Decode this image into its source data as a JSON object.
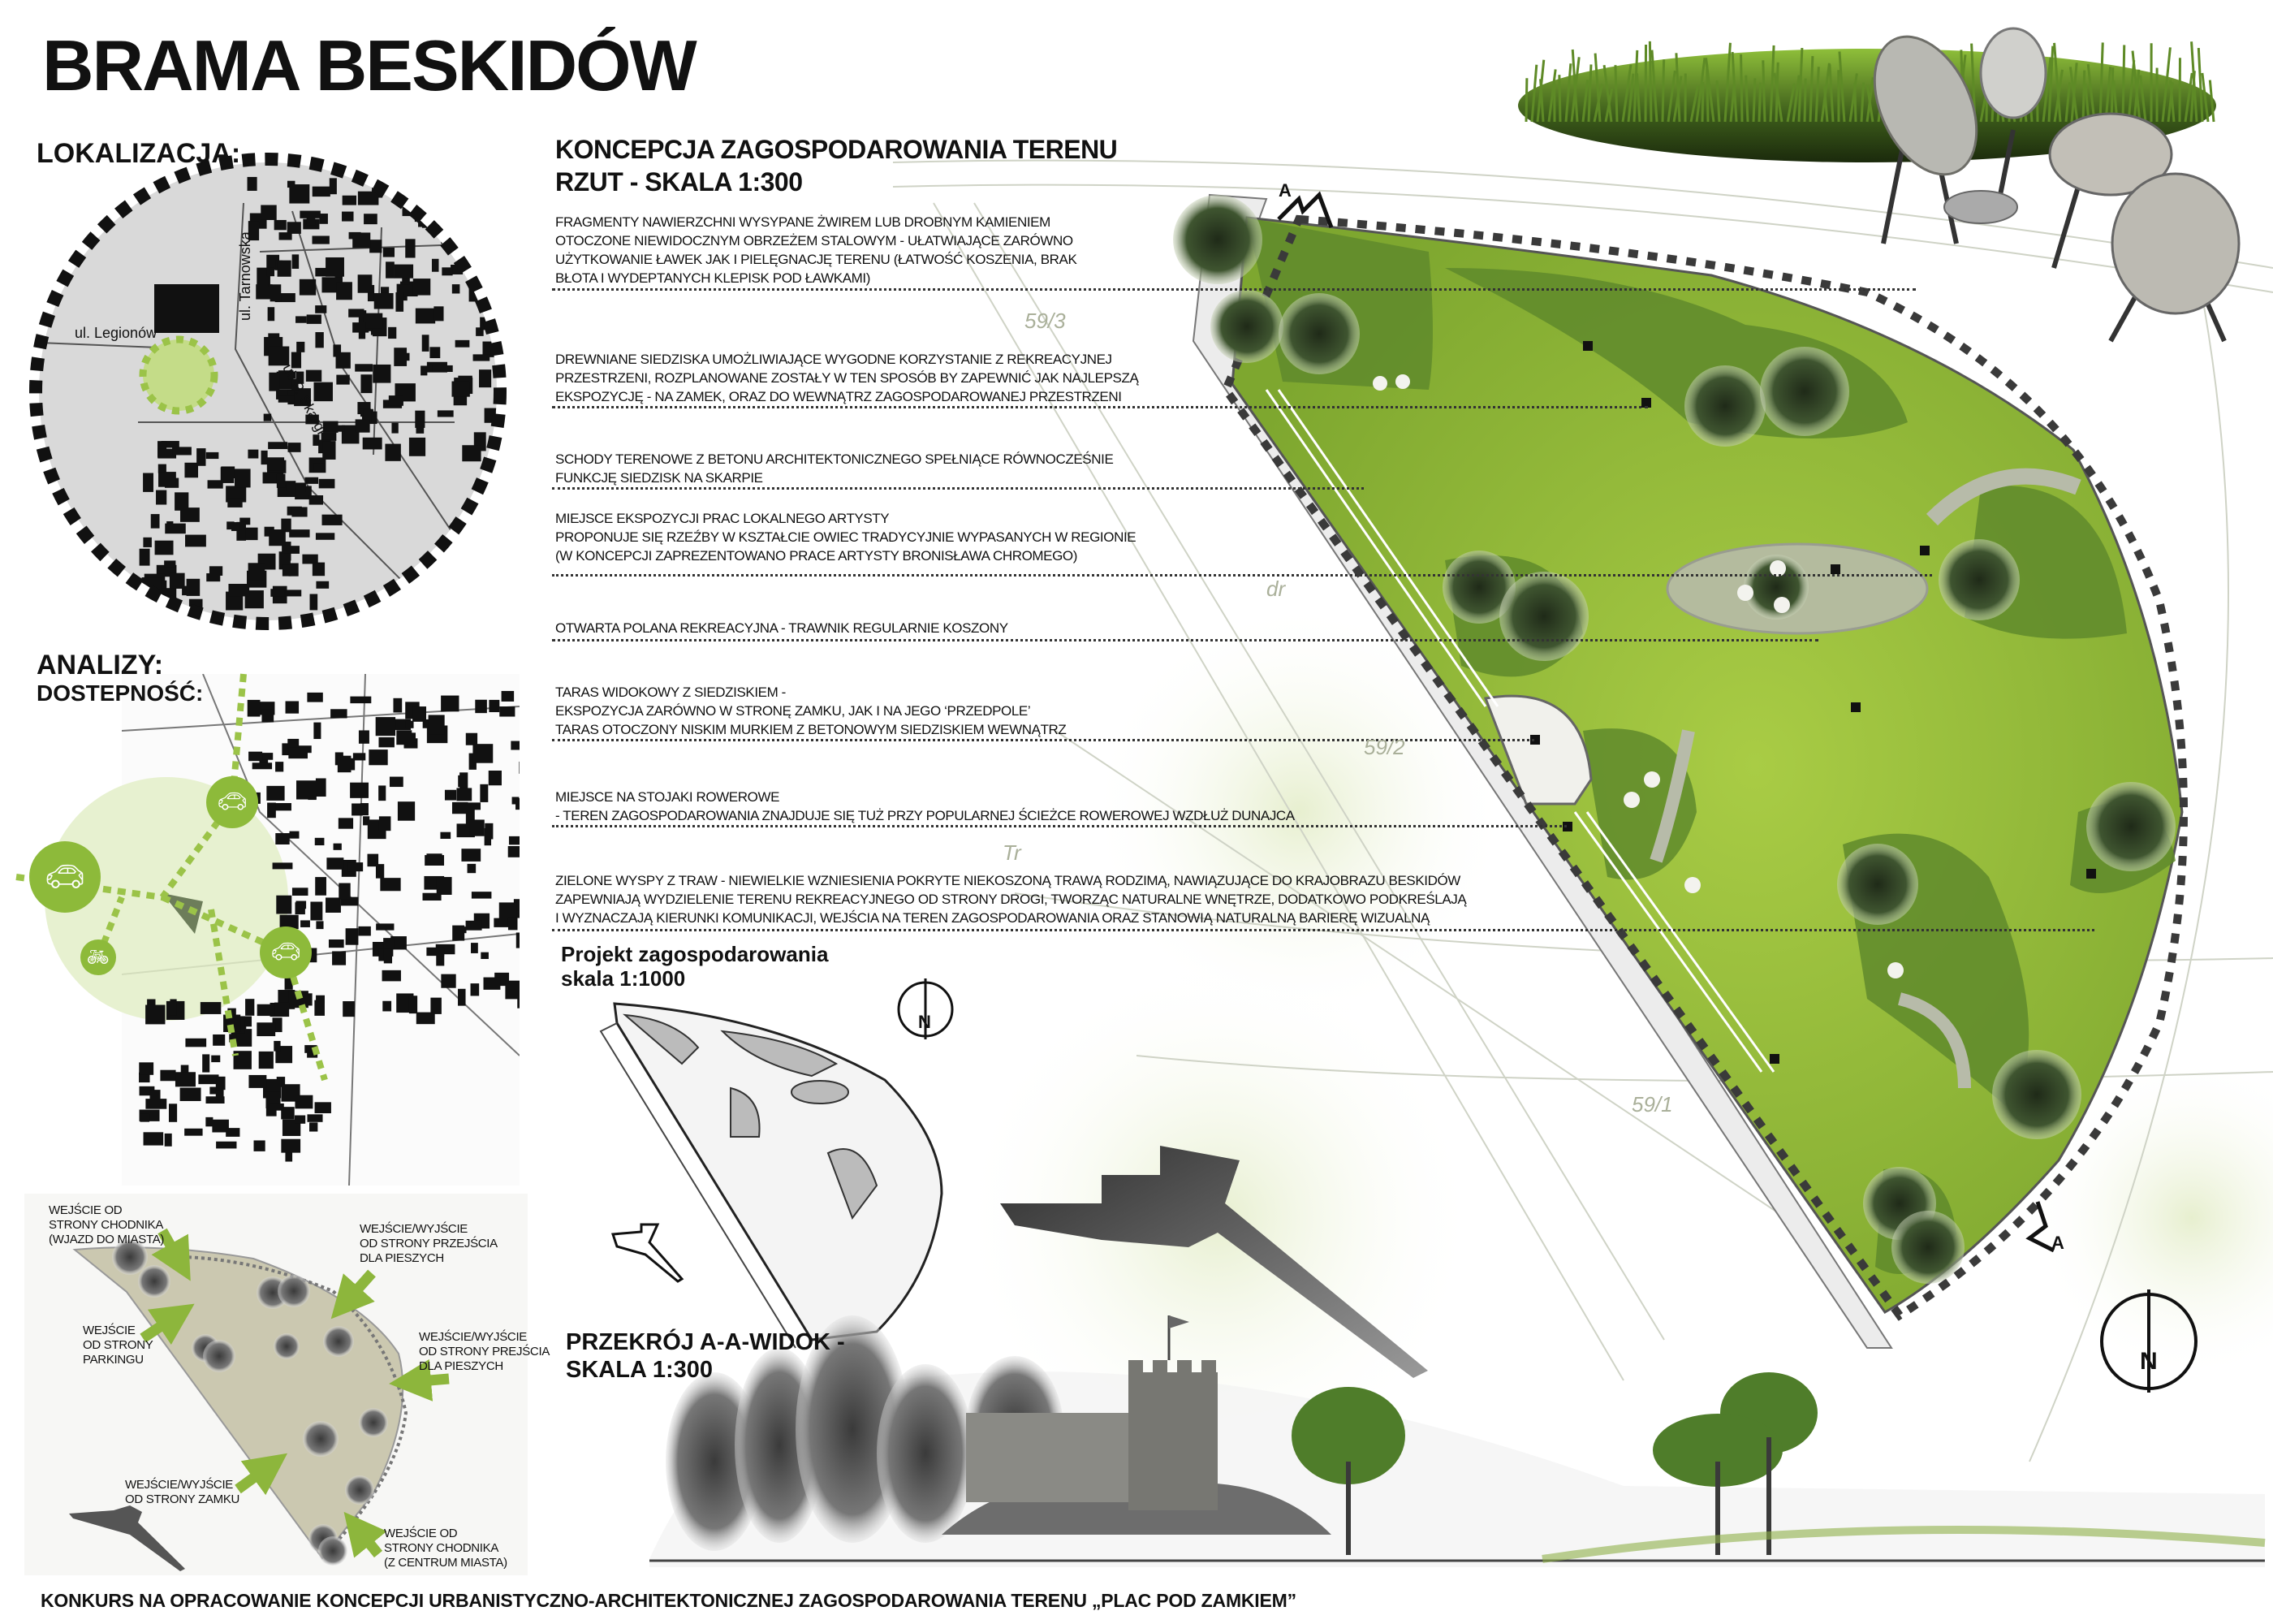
{
  "title": "BRAMA BESKIDÓW",
  "location": {
    "heading": "LOKALIZACJA:",
    "streets": [
      "ul. Legionów",
      "ul. Tarnowska",
      "ul. P. Skargi"
    ]
  },
  "analysis": {
    "heading": "ANALIZY:",
    "subheading": "DOSTEPNOŚĆ:",
    "icons": [
      "car-icon",
      "car-icon",
      "car-icon",
      "bike-icon"
    ]
  },
  "entrances": [
    {
      "lines": [
        "WEJŚCIE OD",
        "STRONY CHODNIKA",
        "(WJAZD DO MIASTA)"
      ]
    },
    {
      "lines": [
        "WEJŚCIE/WYJŚCIE",
        "OD STRONY PRZEJŚCIA",
        "DLA PIESZYCH"
      ]
    },
    {
      "lines": [
        "WEJŚCIE",
        "OD STRONY",
        "PARKINGU"
      ]
    },
    {
      "lines": [
        "WEJŚCIE/WYJŚCIE",
        "OD STRONY PREJŚCIA",
        "DLA PIESZYCH"
      ]
    },
    {
      "lines": [
        "WEJŚCIE/WYJŚCIE",
        "OD STRONY ZAMKU"
      ]
    },
    {
      "lines": [
        "WEJŚCIE OD",
        "STRONY CHODNIKA",
        "(Z CENTRUM MIASTA)"
      ]
    }
  ],
  "concept": {
    "heading_line1": "KONCEPCJA ZAGOSPODAROWANIA TERENU",
    "heading_line2": "RZUT - SKALA 1:300",
    "annotations": [
      {
        "lines": [
          "FRAGMENTY NAWIERZCHNI WYSYPANE ŻWIREM LUB DROBNYM KAMIENIEM",
          "OTOCZONE NIEWIDOCZNYM OBRZEŻEM STALOWYM  - UŁATWIAJĄCE ZARÓWNO",
          "UŻYTKOWANIE ŁAWEK JAK I PIELĘGNACJĘ TERENU (ŁATWOŚĆ KOSZENIA, BRAK",
          "BŁOTA I WYDEPTANYCH KLEPISK POD ŁAWKAMI)"
        ]
      },
      {
        "lines": [
          "DREWNIANE SIEDZISKA UMOŻLIWIAJĄCE WYGODNE KORZYSTANIE Z REKREACYJNEJ",
          "PRZESTRZENI, ROZPLANOWANE ZOSTAŁY W TEN SPOSÓB BY ZAPEWNIĆ JAK NAJLEPSZĄ",
          "EKSPOZYCJĘ - NA ZAMEK, ORAZ DO WEWNĄTRZ ZAGOSPODAROWANEJ PRZESTRZENI"
        ]
      },
      {
        "lines": [
          "SCHODY TERENOWE Z BETONU ARCHITEKTONICZNEGO SPEŁNIĄCE RÓWNOCZEŚNIE",
          "FUNKCJĘ SIEDZISK NA SKARPIE"
        ]
      },
      {
        "lines": [
          "MIEJSCE EKSPOZYCJI PRAC LOKALNEGO ARTYSTY",
          "PROPONUJE SIĘ RZEŹBY W KSZTAŁCIE OWIEC TRADYCYJNIE WYPASANYCH W REGIONIE",
          "(W KONCEPCJI ZAPREZENTOWANO PRACE ARTYSTY BRONISŁAWA CHROMEGO)"
        ]
      },
      {
        "lines": [
          "OTWARTA POLANA  REKREACYJNA - TRAWNIK REGULARNIE KOSZONY"
        ]
      },
      {
        "lines": [
          "TARAS WIDOKOWY Z SIEDZISKIEM -",
          "EKSPOZYCJA ZARÓWNO W STRONĘ ZAMKU, JAK I NA JEGO ‘PRZEDPOLE’",
          "TARAS OTOCZONY NISKIM MURKIEM  Z BETONOWYM SIEDZISKIEM WEWNĄTRZ"
        ]
      },
      {
        "lines": [
          "MIEJSCE NA STOJAKI ROWEROWE",
          "- TEREN ZAGOSPODAROWANIA ZNAJDUJE SIĘ TUŻ PRZY POPULARNEJ ŚCIEŻCE ROWEROWEJ WZDŁUŻ DUNAJCA"
        ]
      },
      {
        "lines": [
          "ZIELONE WYSPY Z TRAW - NIEWIELKIE WZNIESIENIA POKRYTE NIEKOSZONĄ TRAWĄ RODZIMĄ, NAWIĄZUJĄCE DO KRAJOBRAZU BESKIDÓW",
          "ZAPEWNIAJĄ WYDZIELENIE TERENU REKREACYJNEGO OD STRONY DROGI, TWORZĄC NATURALNE WNĘTRZE, DODATKOWO PODKREŚLAJĄ",
          "I WYZNACZAJĄ KIERUNKI KOMUNIKACJI, WEJŚCIA NA TEREN ZAGOSPODAROWANIA ORAZ STANOWIĄ NATURALNĄ BARIERĘ WIZUALNĄ"
        ]
      }
    ],
    "section_marker": "A",
    "parcels": [
      "59/3",
      "59/2",
      "59/1",
      "dr",
      "Tr"
    ]
  },
  "project": {
    "line1": "Projekt zagospodarowania",
    "line2": "skala 1:1000"
  },
  "section": {
    "line1": "PRZEKRÓJ A-A-WIDOK -",
    "line2": "SKALA 1:300"
  },
  "north_label": "N",
  "footer": "KONKURS NA OPRACOWANIE KONCEPCJI URBANISTYCZNO-ARCHITEKTONICZNEJ ZAGOSPODAROWANIA TERENU „PLAC POD ZAMKIEM”",
  "colors": {
    "lawn": "#9cc03c",
    "island": "#5f8a2c",
    "accent_green": "#8db63c",
    "path": "#c4c7bb"
  }
}
